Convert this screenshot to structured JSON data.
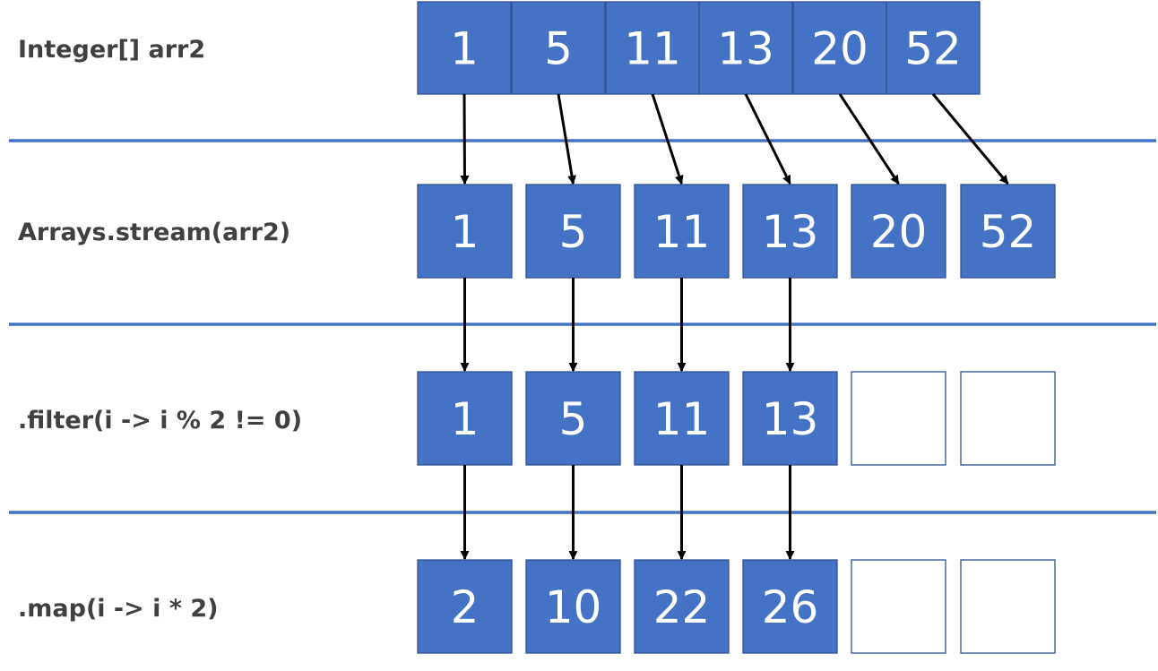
{
  "rows": [
    {
      "label": "Integer[] arr2",
      "cells": [
        "1",
        "5",
        "11",
        "13",
        "20",
        "52"
      ]
    },
    {
      "label": "Arrays.stream(arr2)",
      "cells": [
        "1",
        "5",
        "11",
        "13",
        "20",
        "52"
      ]
    },
    {
      "label": ".filter(i -> i % 2 != 0)",
      "cells": [
        "1",
        "5",
        "11",
        "13",
        "",
        ""
      ]
    },
    {
      "label": ".map(i -> i * 2)",
      "cells": [
        "2",
        "10",
        "22",
        "26",
        "",
        ""
      ]
    }
  ],
  "colors": {
    "cell_fill": "#4472c4",
    "cell_border": "#2f528f",
    "divider": "#4472c4",
    "label_text": "#404040",
    "arrow": "#000000"
  }
}
